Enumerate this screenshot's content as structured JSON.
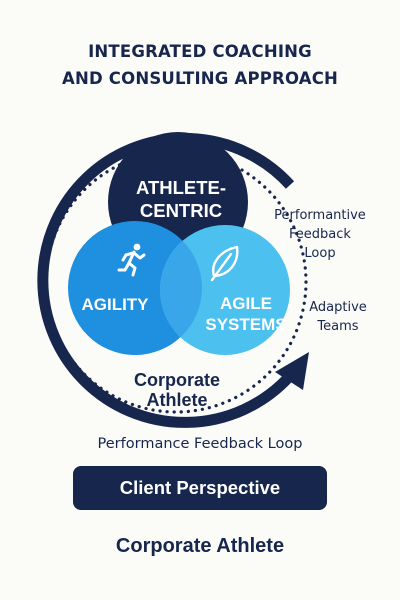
{
  "title": {
    "line1": "INTEGRATED COACHING",
    "line2": "AND CONSULTING APPROACH"
  },
  "circles": {
    "top": {
      "line1": "ATHLETE-",
      "line2": "CENTRIC",
      "color": "#17264d"
    },
    "left": {
      "label": "AGILITY",
      "icon": "running-person-icon",
      "color": "#1f8fe0"
    },
    "right": {
      "line1": "AGILE",
      "line2": "SYSTEMS",
      "icon": "leaf-icon",
      "color": "#4cc0ee"
    }
  },
  "loop": {
    "inner_label": {
      "line1": "Corporate",
      "line2": "Athlete"
    },
    "side_top": {
      "line1": "Performantive",
      "line2": "Feedback",
      "line3": "Loop"
    },
    "side_bottom": {
      "line1": "Adaptive",
      "line2": "Teams"
    },
    "caption": "Performance Feedback Loop"
  },
  "button": {
    "label": "Client Perspective"
  },
  "footer": "Corporate Athlete",
  "colors": {
    "navy": "#17264d",
    "blue": "#1f8fe0",
    "light_blue": "#4cc0ee",
    "background": "#fbfbf8"
  }
}
